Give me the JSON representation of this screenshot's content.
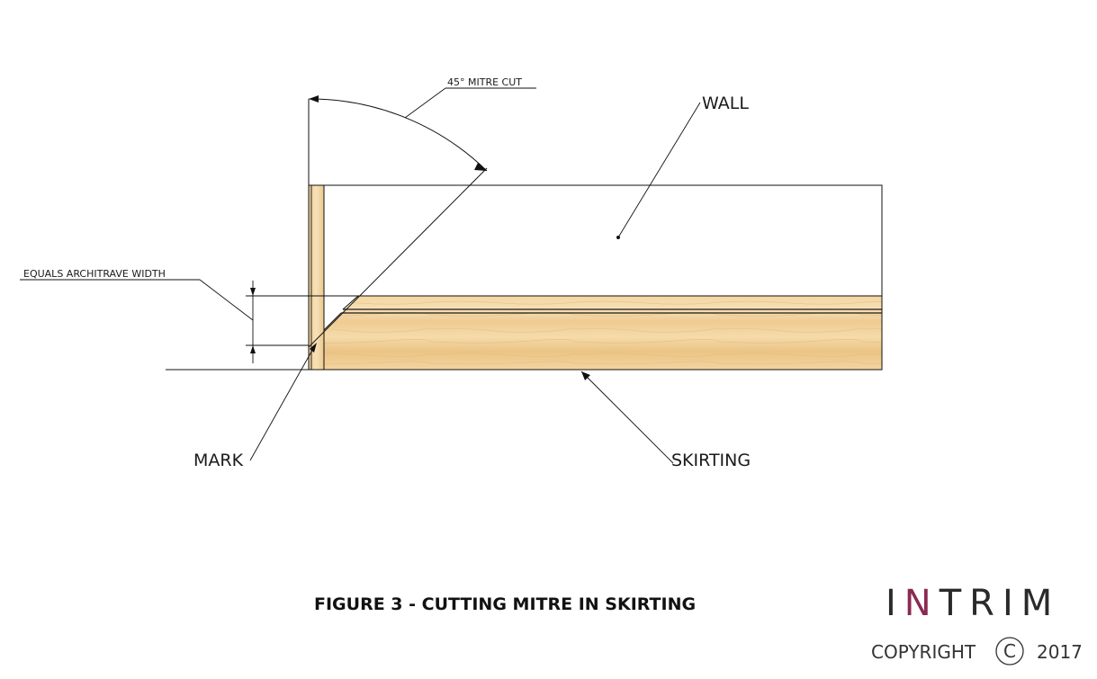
{
  "labels": {
    "mitre_cut": "45° MITRE CUT",
    "wall": "WALL",
    "equals_architrave": "EQUALS ARCHITRAVE WIDTH",
    "mark": "MARK",
    "skirting": "SKIRTING"
  },
  "caption": "FIGURE 3 - CUTTING MITRE IN SKIRTING",
  "logo": {
    "first_letter": "I",
    "accent_letter": "N",
    "rest": "TRIM",
    "accent_color": "#8a2a52"
  },
  "copyright": {
    "text": "COPYRIGHT",
    "symbol": "C",
    "year": "2017"
  },
  "colors": {
    "wood_light": "#f6ddb0",
    "wood_mid": "#eec98e",
    "wood_dark": "#e3b36f",
    "line": "#111111"
  }
}
